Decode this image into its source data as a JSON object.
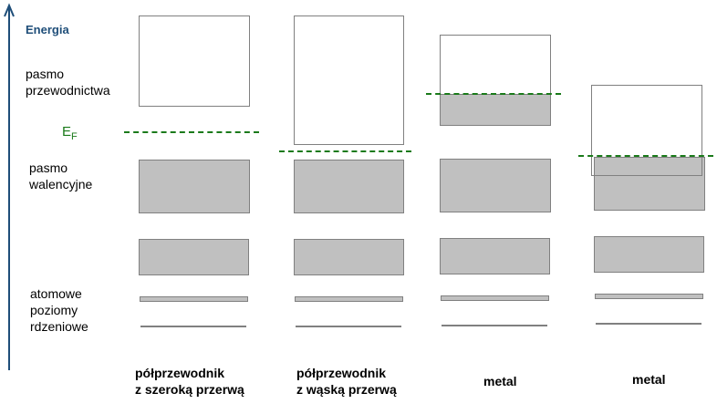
{
  "axis": {
    "label": "Energia",
    "color": "#1f4e79"
  },
  "labels": {
    "conduction_line1": "pasmo",
    "conduction_line2": "przewodnictwa",
    "fermi_main": "E",
    "fermi_sub": "F",
    "valence_line1": "pasmo",
    "valence_line2": "walencyjne",
    "core_line1": "atomowe",
    "core_line2": "poziomy",
    "core_line3": "rdzeniowe"
  },
  "columns": [
    {
      "caption_line1": "półprzewodnik",
      "caption_line2": "z szeroką przerwą"
    },
    {
      "caption_line1": "półprzewodnik",
      "caption_line2": "z wąską przerwą"
    },
    {
      "caption_line1": "metal",
      "caption_line2": ""
    },
    {
      "caption_line1": "metal",
      "caption_line2": ""
    }
  ],
  "colors": {
    "fermi_line": "#1a7a1a",
    "filled_band": "#c0c0c0",
    "fermi_label": "#1a7a1a"
  }
}
